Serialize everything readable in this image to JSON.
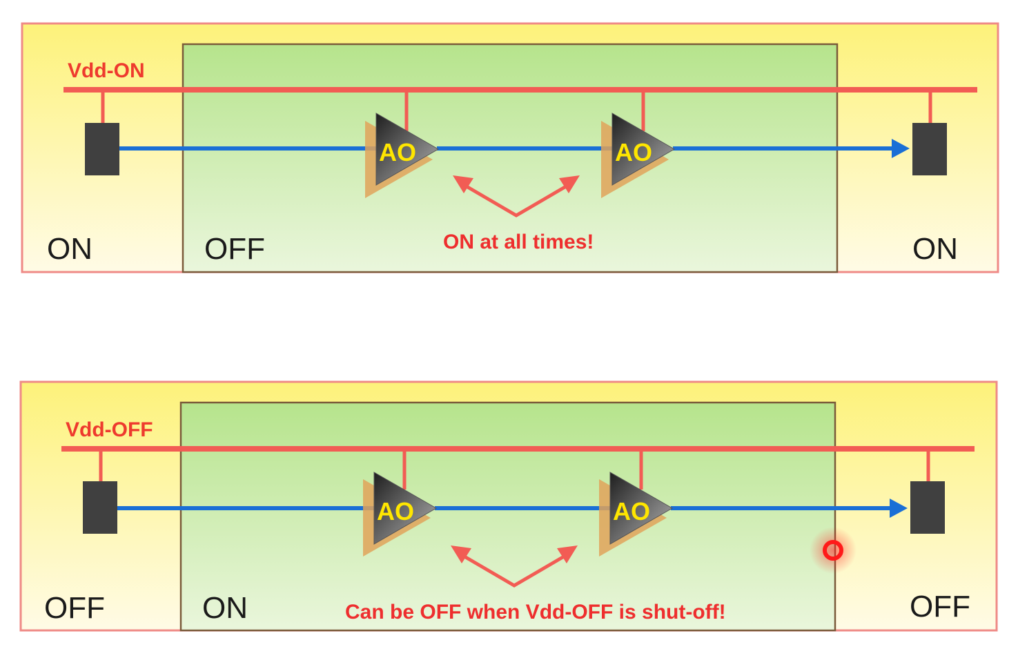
{
  "colors": {
    "rail": "#f25c54",
    "signal": "#1a6fd6",
    "cell": "#404040",
    "buffer_shadow": "#e0a35a",
    "ao_text": "#ffe600",
    "note_text": "#ee2e2e",
    "state_text": "#1a1a1a"
  },
  "icons": {
    "buffer": "always-on-buffer-icon",
    "cursor": "cursor-indicator-icon"
  },
  "panels": [
    {
      "rail_label": "Vdd-ON",
      "outer_left_state": "ON",
      "inner_state": "OFF",
      "outer_right_state": "ON",
      "buffer_1": "AO",
      "buffer_2": "AO",
      "note": "ON at all times!"
    },
    {
      "rail_label": "Vdd-OFF",
      "outer_left_state": "OFF",
      "inner_state": "ON",
      "outer_right_state": "OFF",
      "buffer_1": "AO",
      "buffer_2": "AO",
      "note": "Can be OFF when Vdd-OFF is shut-off!"
    }
  ]
}
